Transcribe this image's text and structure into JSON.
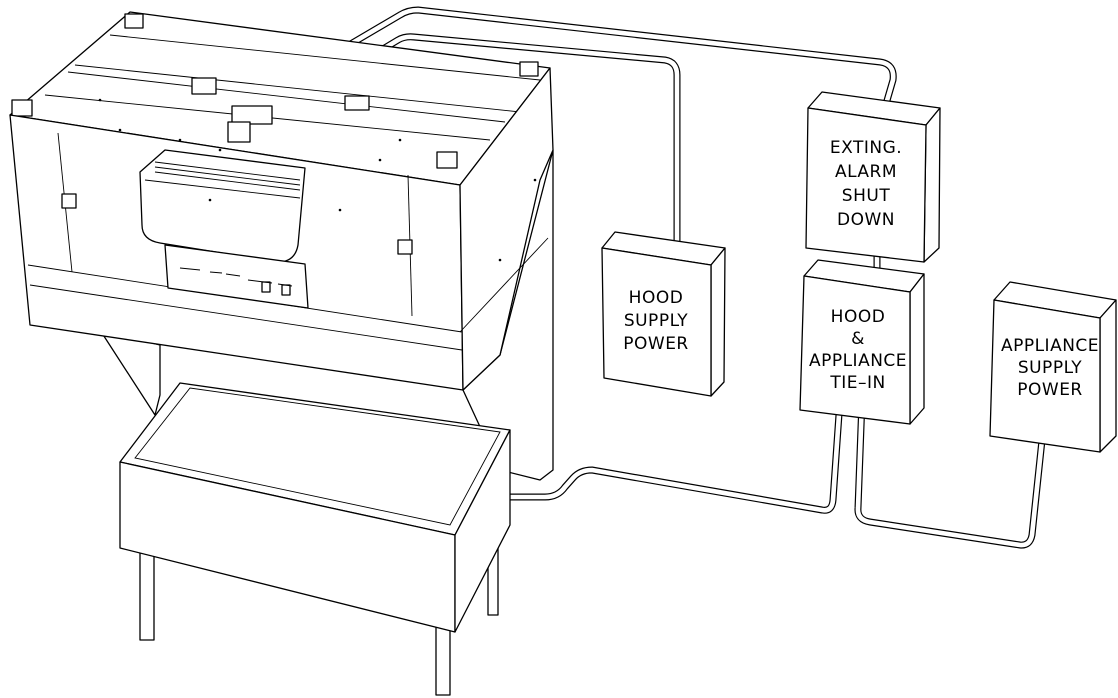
{
  "boxes": {
    "hood_supply_power": [
      "HOOD",
      "SUPPLY",
      "POWER"
    ],
    "exting_alarm_shutdown": [
      "EXTING.",
      "ALARM",
      "SHUT",
      "DOWN"
    ],
    "hood_appliance_tie_in": [
      "HOOD",
      "&",
      "APPLIANCE",
      "TIE–IN"
    ],
    "appliance_supply_power": [
      "APPLIANCE",
      "SUPPLY",
      "POWER"
    ]
  }
}
